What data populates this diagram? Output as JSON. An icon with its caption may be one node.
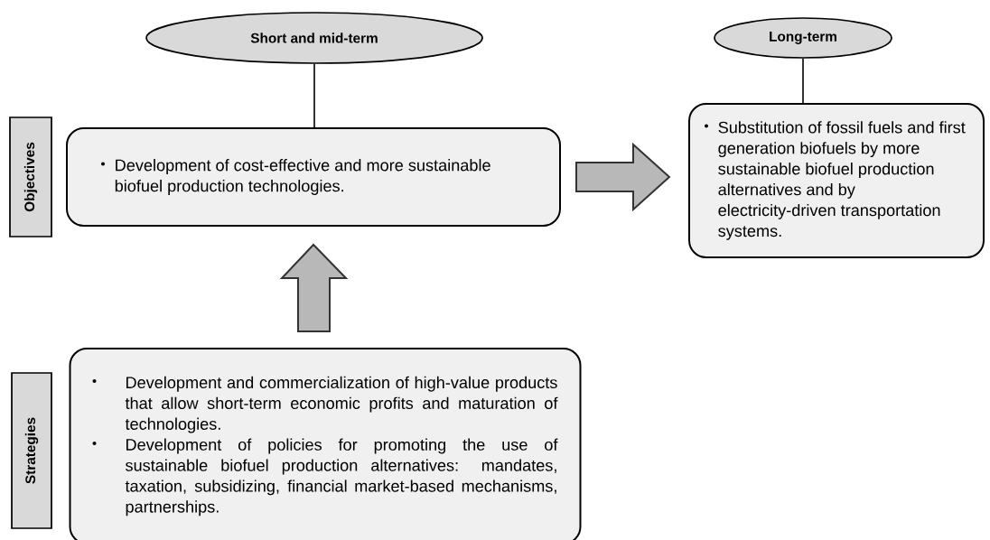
{
  "diagram": {
    "nodes": [
      {
        "text": [
          "Short and mid-term"
        ]
      },
      {
        "text": [
          "Long-term"
        ]
      },
      {
        "text": [
          "Objectives"
        ]
      },
      {
        "text": [
          "Development of cost-effective and more sustainable biofuel production technologies."
        ]
      },
      {
        "text": [
          "Substitution of fossil fuels and first generation biofuels by more sustainable biofuel production alternatives and by electricity-driven transportation systems."
        ]
      },
      {
        "text": [
          "Strategies"
        ]
      },
      {
        "text": [
          "Development and commercialization of high-value products that allow short-term economic profits and maturation of technologies.",
          "Development of policies for promoting the use of sustainable biofuel production alternatives: mandates, taxation, subsidizing, financial market-based mechanisms, partnerships."
        ]
      }
    ],
    "edges": [
      {
        "from": 0,
        "to": 3,
        "arrow": "none"
      },
      {
        "from": 1,
        "to": 4,
        "arrow": "none"
      },
      {
        "from": 3,
        "to": 4,
        "arrow": "to",
        "style": "thick"
      },
      {
        "from": 6,
        "to": 3,
        "arrow": "to",
        "style": "thick"
      }
    ]
  }
}
